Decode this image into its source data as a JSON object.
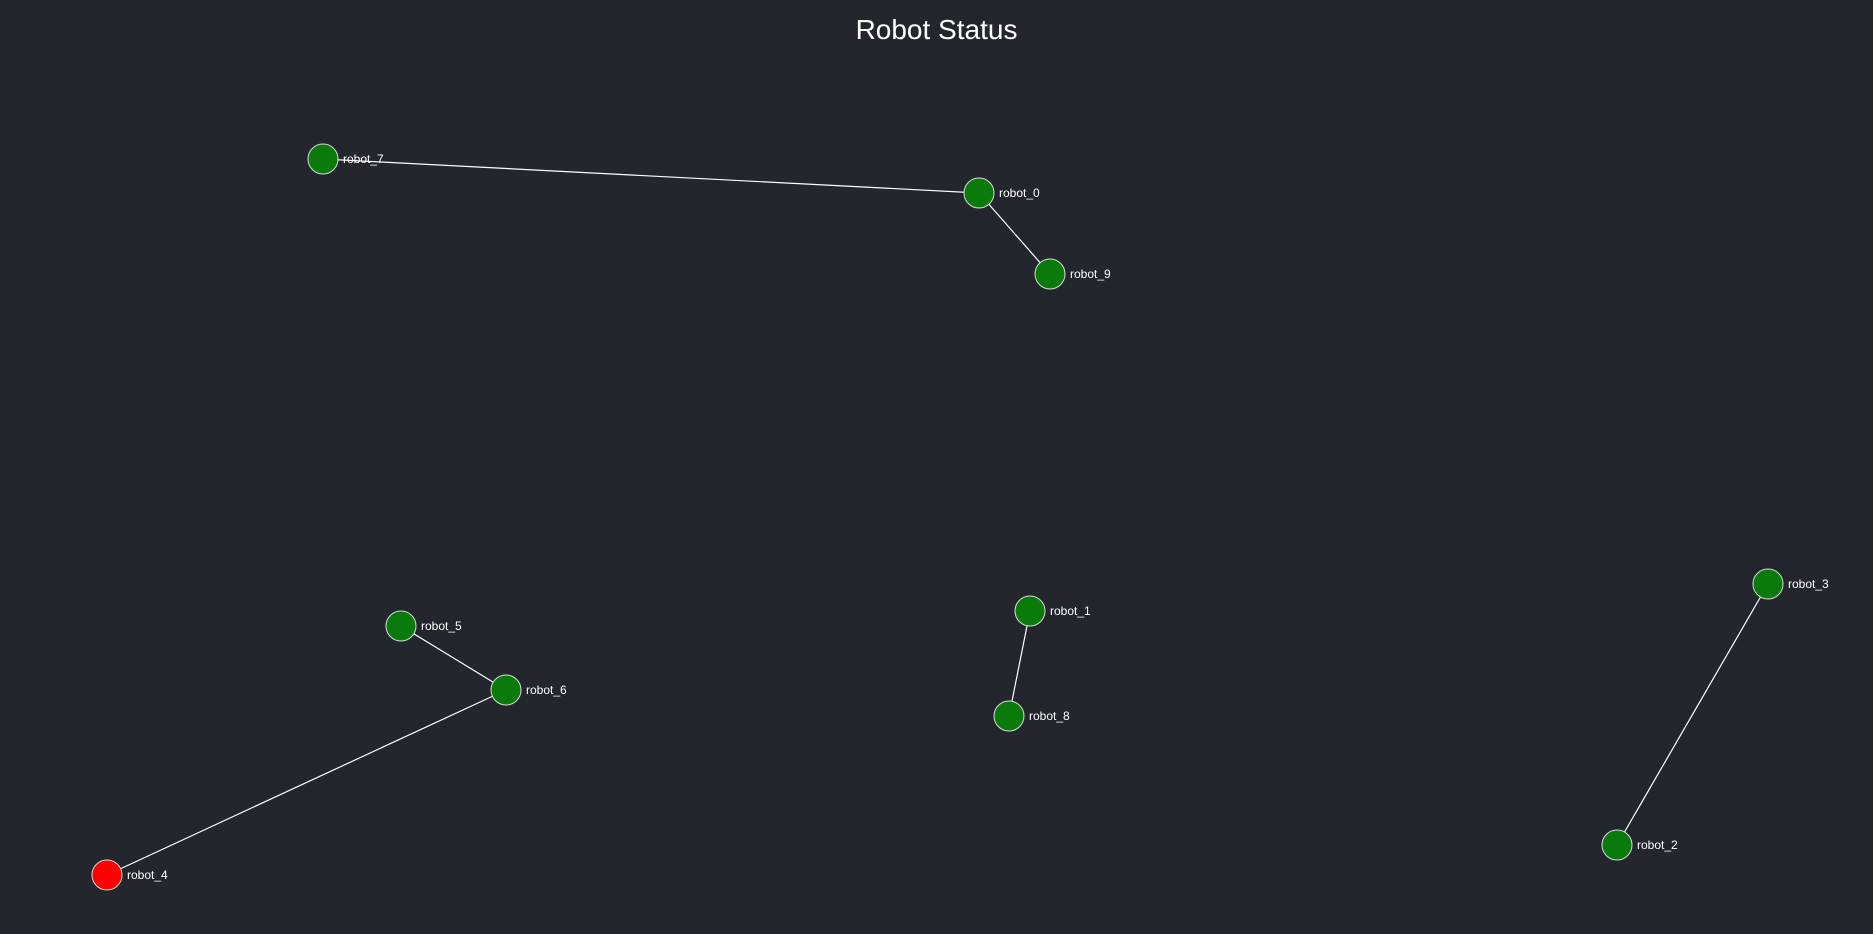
{
  "title": "Robot Status",
  "status_colors": {
    "ok": "#0a7a0a",
    "error": "#ff0000"
  },
  "nodes": [
    {
      "id": "robot_0",
      "label": "robot_0",
      "status": "ok"
    },
    {
      "id": "robot_1",
      "label": "robot_1",
      "status": "ok"
    },
    {
      "id": "robot_2",
      "label": "robot_2",
      "status": "ok"
    },
    {
      "id": "robot_3",
      "label": "robot_3",
      "status": "ok"
    },
    {
      "id": "robot_4",
      "label": "robot_4",
      "status": "error"
    },
    {
      "id": "robot_5",
      "label": "robot_5",
      "status": "ok"
    },
    {
      "id": "robot_6",
      "label": "robot_6",
      "status": "ok"
    },
    {
      "id": "robot_7",
      "label": "robot_7",
      "status": "ok"
    },
    {
      "id": "robot_8",
      "label": "robot_8",
      "status": "ok"
    },
    {
      "id": "robot_9",
      "label": "robot_9",
      "status": "ok"
    }
  ],
  "edges": [
    {
      "source": "robot_7",
      "target": "robot_0"
    },
    {
      "source": "robot_0",
      "target": "robot_9"
    },
    {
      "source": "robot_5",
      "target": "robot_6"
    },
    {
      "source": "robot_6",
      "target": "robot_4"
    },
    {
      "source": "robot_1",
      "target": "robot_8"
    },
    {
      "source": "robot_3",
      "target": "robot_2"
    }
  ]
}
